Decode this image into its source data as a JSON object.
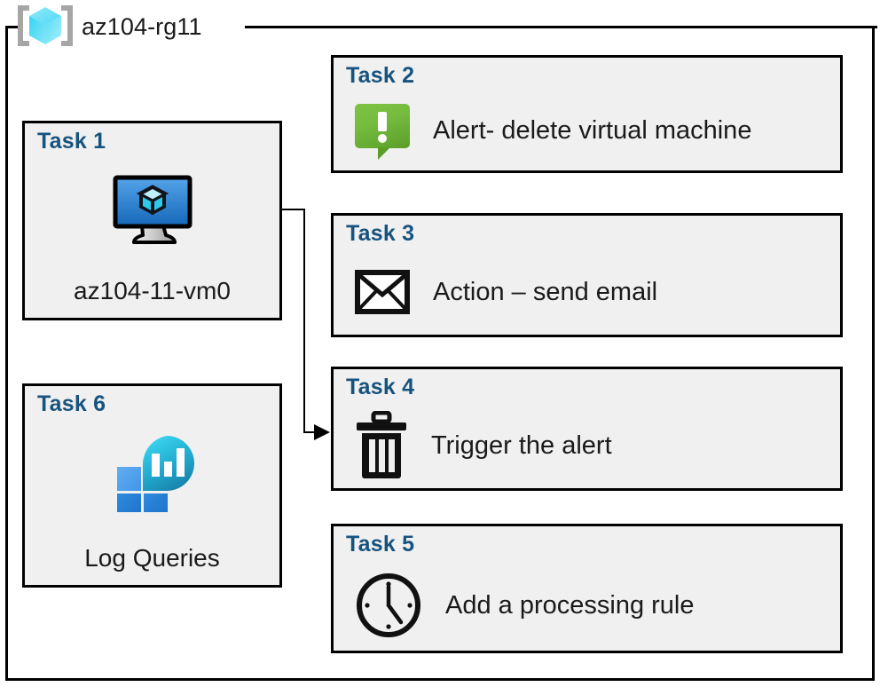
{
  "resource_group": {
    "name": "az104-rg11",
    "icon": "azure-resource-group-icon"
  },
  "colors": {
    "title_blue": "#17537F",
    "card_fill": "#F0F0F0",
    "card_border": "#000000",
    "alert_green": "#76BC3F",
    "vm_blue": "#2E8AE0",
    "log_analytics_cyan": "#2ECFEA",
    "log_analytics_blue": "#2E8AE0",
    "bracket_gray": "#A6A6A6"
  },
  "tasks": [
    {
      "id": "task-1",
      "title": "Task 1",
      "caption": "az104-11-vm0",
      "icon": "virtual-machine-icon",
      "layout": "vertical"
    },
    {
      "id": "task-2",
      "title": "Task 2",
      "label": "Alert- delete virtual machine",
      "icon": "alert-bubble-icon",
      "layout": "horizontal"
    },
    {
      "id": "task-3",
      "title": "Task 3",
      "label": "Action – send email",
      "icon": "envelope-icon",
      "layout": "horizontal"
    },
    {
      "id": "task-4",
      "title": "Task 4",
      "label": "Trigger the alert",
      "icon": "trash-can-icon",
      "layout": "horizontal"
    },
    {
      "id": "task-5",
      "title": "Task 5",
      "label": "Add a processing rule",
      "icon": "clock-icon",
      "layout": "horizontal"
    },
    {
      "id": "task-6",
      "title": "Task 6",
      "caption": "Log Queries",
      "icon": "log-analytics-icon",
      "layout": "vertical"
    }
  ],
  "connector": {
    "from": "task-1",
    "to": "task-4",
    "style": "elbow-arrow"
  }
}
